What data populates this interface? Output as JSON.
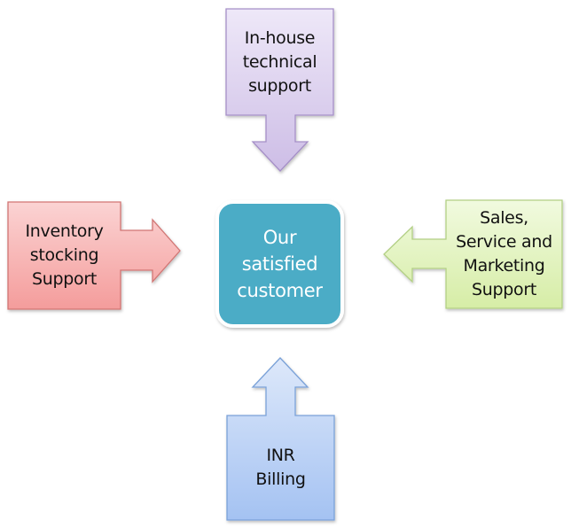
{
  "diagram": {
    "center": {
      "lines": [
        "Our",
        "satisfied",
        "customer"
      ],
      "color": "#4BACC6"
    },
    "nodes": [
      {
        "id": "top",
        "lines": [
          "In-house",
          "technical",
          "support"
        ],
        "color": "#E3D9F1",
        "border": "#8064A2",
        "arrow_direction": "down"
      },
      {
        "id": "left",
        "lines": [
          "Inventory",
          "stocking",
          "Support"
        ],
        "color": "#F7B5B4",
        "border": "#C0504D",
        "arrow_direction": "right"
      },
      {
        "id": "right",
        "lines": [
          "Sales,",
          "Service and",
          "Marketing",
          "Support"
        ],
        "color": "#E6F5C7",
        "border": "#9BBB59",
        "arrow_direction": "left"
      },
      {
        "id": "bottom",
        "lines": [
          "INR",
          "Billing"
        ],
        "color": "#B9D0F5",
        "border": "#4F81BD",
        "arrow_direction": "up"
      }
    ]
  }
}
